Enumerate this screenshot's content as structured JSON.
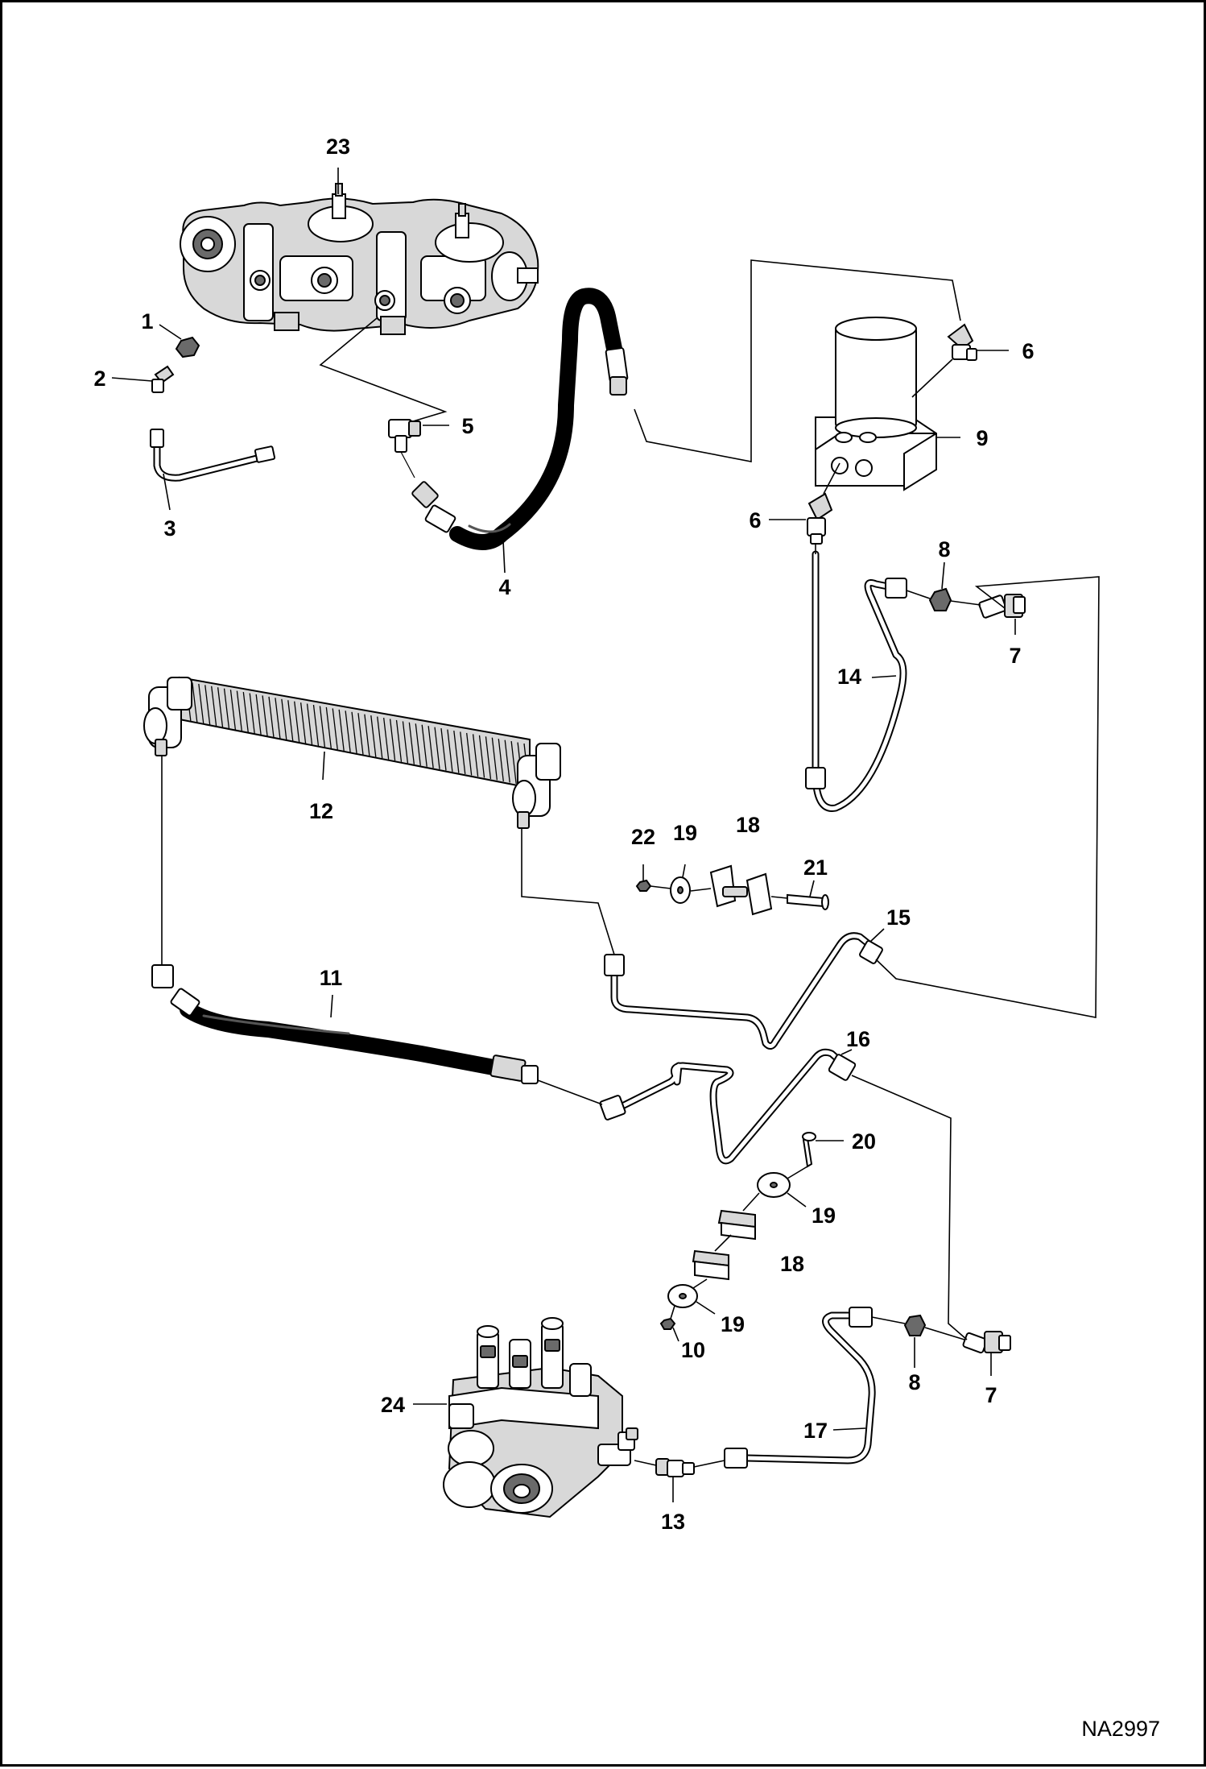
{
  "figure_id": "NA2997",
  "callouts": {
    "c1": "1",
    "c2": "2",
    "c3": "3",
    "c4": "4",
    "c5": "5",
    "c6a": "6",
    "c6b": "6",
    "c7a": "7",
    "c7b": "7",
    "c8a": "8",
    "c8b": "8",
    "c9": "9",
    "c10": "10",
    "c11": "11",
    "c12": "12",
    "c13": "13",
    "c14": "14",
    "c15": "15",
    "c16": "16",
    "c17": "17",
    "c18a": "18",
    "c18b": "18",
    "c19a": "19",
    "c19b": "19",
    "c19c": "19",
    "c20": "20",
    "c21": "21",
    "c22": "22",
    "c23": "23",
    "c24": "24"
  }
}
